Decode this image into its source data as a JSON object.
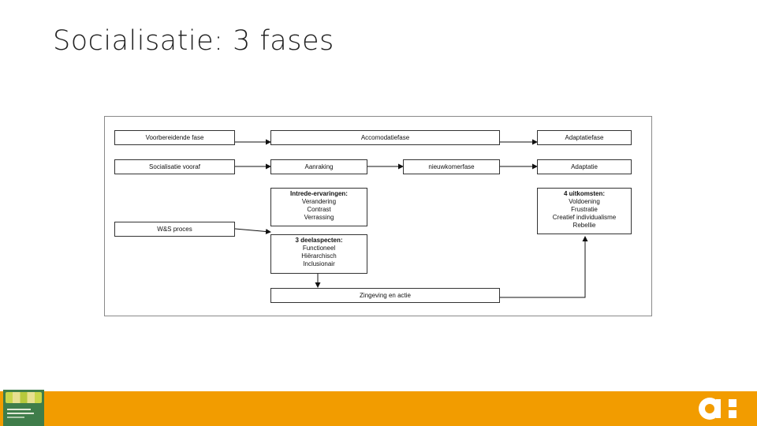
{
  "slide": {
    "title": "Socialisatie: 3 fases"
  },
  "diagram": {
    "row1": {
      "voorbereidende": "Voorbereidende fase",
      "accomodatie": "Accomodatiefase",
      "adaptatie": "Adaptatiefase"
    },
    "row2": {
      "socialisatie": "Socialisatie vooraf",
      "aanraking": "Aanraking",
      "nieuwkomer": "nieuwkomerfase",
      "adaptatie": "Adaptatie"
    },
    "intrede": {
      "heading": "Intrede-ervaringen:",
      "items": [
        "Verandering",
        "Contrast",
        "Verrassing"
      ]
    },
    "uitkomsten": {
      "heading": "4 uitkomsten:",
      "items": [
        "Voldoening",
        "Frustratie",
        "Creatief individualisme",
        "Rebellie"
      ]
    },
    "ws": {
      "label": "W&S proces"
    },
    "deelaspecten": {
      "heading": "3 deelaspecten:",
      "items": [
        "Functioneel",
        "Hiërarchisch",
        "Inclusionair"
      ]
    },
    "zingeving": {
      "label": "Zingeving en actie"
    }
  },
  "branding": {
    "footer_color": "#f29c00",
    "logo": "a-colon-logo",
    "book_cover": "book-cover-thumbnail"
  }
}
